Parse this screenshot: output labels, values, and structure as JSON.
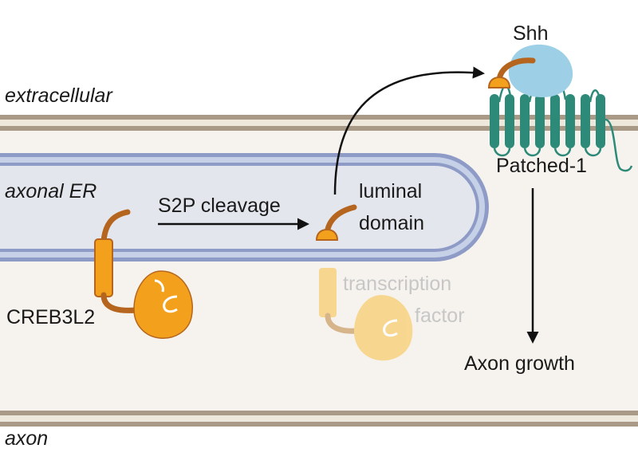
{
  "labels": {
    "extracellular": "extracellular",
    "axonal_er": "axonal ER",
    "axon": "axon",
    "s2p_cleavage": "S2P cleavage",
    "luminal_line1": "luminal",
    "luminal_line2": "domain",
    "creb3l2": "CREB3L2",
    "tf_line1": "transcription",
    "tf_line2": "factor",
    "shh": "Shh",
    "patched": "Patched-1",
    "axon_growth": "Axon growth"
  },
  "colors": {
    "membrane": "#a89a86",
    "membrane_light": "#c6bdad",
    "axoplasm": "#f6f3ee",
    "er_lumen": "#e3e6ec",
    "er_border_light": "#c6d0e6",
    "er_border_dark": "#8e9bc7",
    "creb_orange": "#f3a11c",
    "creb_brown": "#b5651d",
    "faded_orange": "#f8d58b",
    "faded_brown": "#d6b286",
    "shh_blue": "#9dd0e6",
    "patched_green": "#2e8a78",
    "arrow": "#111111"
  }
}
